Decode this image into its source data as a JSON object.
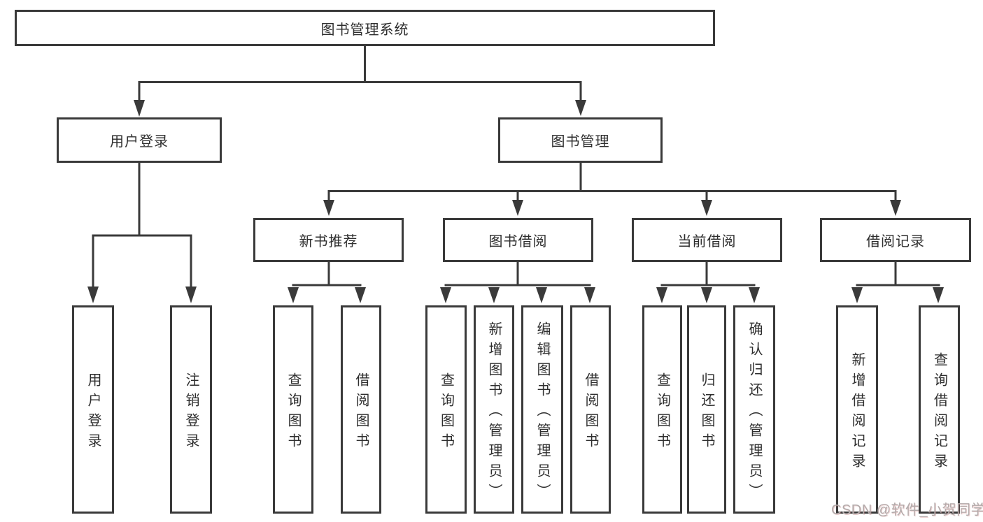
{
  "page": {
    "background_color": "#ffffff",
    "line_color": "#3a3a3a",
    "text_color": "#2e2e2e"
  },
  "tree": {
    "root": {
      "label": "图书管理系统"
    },
    "branches": [
      {
        "label": "用户登录",
        "children": [
          {
            "label": "用户登录"
          },
          {
            "label": "注销登录"
          }
        ]
      },
      {
        "label": "图书管理",
        "children": [
          {
            "label": "新书推荐",
            "children": [
              {
                "label": "查询图书"
              },
              {
                "label": "借阅图书"
              }
            ]
          },
          {
            "label": "图书借阅",
            "children": [
              {
                "label": "查询图书"
              },
              {
                "label": "新增图书（管理员）"
              },
              {
                "label": "编辑图书（管理员）"
              },
              {
                "label": "借阅图书"
              }
            ]
          },
          {
            "label": "当前借阅",
            "children": [
              {
                "label": "查询图书"
              },
              {
                "label": "归还图书"
              },
              {
                "label": "确认归还（管理员）"
              }
            ]
          },
          {
            "label": "借阅记录",
            "children": [
              {
                "label": "新增借阅记录"
              },
              {
                "label": "查询借阅记录"
              }
            ]
          }
        ]
      }
    ]
  },
  "watermark": {
    "text": "CSDN @软件_小贺同学",
    "color": "#b3abab"
  }
}
